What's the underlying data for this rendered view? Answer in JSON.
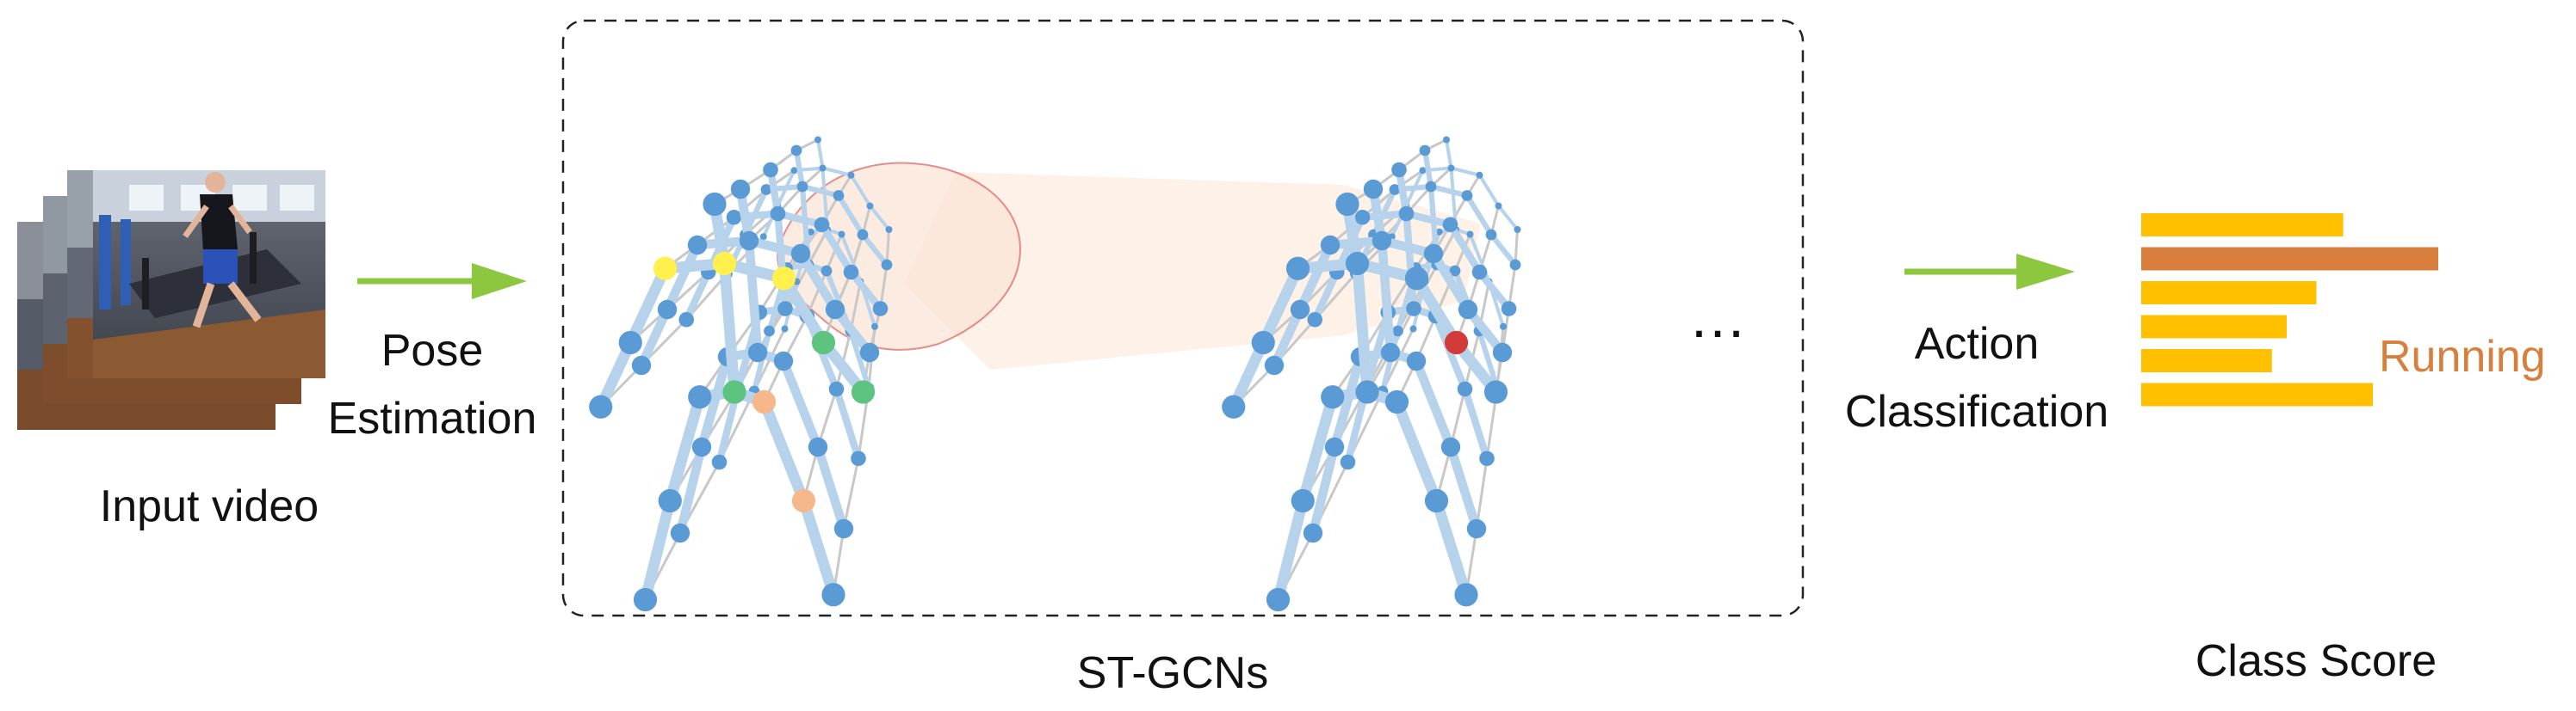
{
  "labels": {
    "input_video": "Input video",
    "pose_line1": "Pose",
    "pose_line2": "Estimation",
    "stgcn": "ST-GCNs",
    "ellipsis": "…",
    "action_line1": "Action",
    "action_line2": "Classification",
    "running": "Running",
    "class_score": "Class Score"
  },
  "colors": {
    "joint": "#5b9bd5",
    "bone": "#b7d3ec",
    "link": "#c8c8c8",
    "arrow": "#8dc63f",
    "highlight_yellow": "#fff04d",
    "highlight_green": "#5cc47f",
    "highlight_orange": "#f6b88a",
    "highlight_red": "#d33a3a",
    "region_fill": "#fbe5d6",
    "region_outline": "#e06666",
    "bar_normal": "#ffc000",
    "bar_highlight": "#d87f3e",
    "running_text": "#d87f3e"
  },
  "chart_data": {
    "type": "bar",
    "orientation": "horizontal",
    "values": [
      0.68,
      1.0,
      0.59,
      0.49,
      0.44,
      0.78
    ],
    "highlight_index": 1
  }
}
